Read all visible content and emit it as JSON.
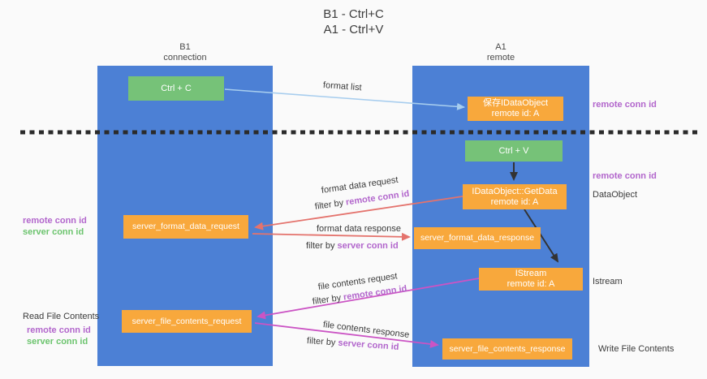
{
  "title": {
    "line1": "B1 - Ctrl+C",
    "line2": "A1 - Ctrl+V"
  },
  "left_column": {
    "header1": "B1",
    "header2": "connection"
  },
  "right_column": {
    "header1": "A1",
    "header2": "remote"
  },
  "boxes": {
    "ctrl_c": "Ctrl + C",
    "ctrl_v": "Ctrl + V",
    "save_dataobject": {
      "line1": "保存IDataObject",
      "line2": "remote id: A"
    },
    "getdata": {
      "line1": "IDataObject::GetData",
      "line2": "remote id: A"
    },
    "istream": {
      "line1": "IStream",
      "line2": "remote id: A"
    },
    "format_request": "server_format_data_request",
    "format_response": "server_format_data_response",
    "file_request": "server_file_contents_request",
    "file_response": "server_file_contents_response"
  },
  "flow_labels": {
    "format_list": "format list",
    "format_request": {
      "line1": "format data request",
      "prefix": "filter by ",
      "value": "remote conn id"
    },
    "format_response": {
      "line1": "format data response",
      "prefix": "filter by ",
      "value": "server conn id"
    },
    "file_request": {
      "line1": "file contents request",
      "prefix": "filter by ",
      "value": "remote conn id"
    },
    "file_response": {
      "line1": "file contents response",
      "prefix": "filter by ",
      "value": "server conn id"
    }
  },
  "side_labels": {
    "right_remote_conn_top": "remote conn id",
    "right_remote_conn_mid": "remote conn id",
    "dataobject": "DataObject",
    "istream": "Istream",
    "write_file": "Write File Contents",
    "left_remote_conn_top": "remote conn id",
    "left_server_conn_top": "server conn id",
    "read_file": "Read File Contents",
    "left_remote_conn_bottom": "remote conn id",
    "left_server_conn_bottom": "server conn id"
  },
  "colors": {
    "column_blue": "#4c80d5",
    "box_orange": "#f8a83c",
    "box_green": "#76c278",
    "arrow_blue": "#a7cdee",
    "arrow_salmon": "#e4736d",
    "arrow_magenta": "#cb54c4",
    "arrow_black": "#333333",
    "divider_black": "#2b2b2b",
    "text_purple": "#b266cc",
    "text_green": "#6cc46e"
  }
}
